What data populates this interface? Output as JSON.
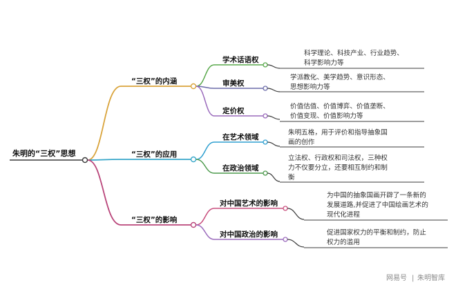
{
  "root": {
    "label": "朱明的“三权”思想"
  },
  "colors": {
    "root_line": "#3a3a3a",
    "branch_1": "#d9a33a",
    "branch_2": "#36a6c9",
    "branch_3": "#b9457a",
    "sub_a": "#58a84a",
    "sub_b": "#6a6aa8",
    "sub_c": "#9a6abc",
    "sub_d": "#2f9fd0",
    "sub_e": "#4c9a4c",
    "sub_f": "#c84c7c",
    "sub_g": "#9a6abc"
  },
  "branches": [
    {
      "label": "“三权”的内涵",
      "children": [
        {
          "label": "学术话语权",
          "leaf": [
            "科学理论、科技产业、行业趋势、",
            "科学影响力等"
          ]
        },
        {
          "label": "审美权",
          "leaf": [
            "学派教化、美学趋势、意识形态、",
            "思想影响力等"
          ]
        },
        {
          "label": "定价权",
          "leaf": [
            "价值估值、价值博弈、价值垄断、",
            "价值变现、价值影响力等"
          ]
        }
      ]
    },
    {
      "label": "“三权”的应用",
      "children": [
        {
          "label": "在艺术领域",
          "leaf": [
            "朱明五格，用于评价和指导抽象国",
            "画的创作"
          ]
        },
        {
          "label": "在政治领域",
          "leaf": [
            "立法权、行政权和司法权，三种权",
            "力不仅要分立，还要相互制约和制",
            "衡"
          ]
        }
      ]
    },
    {
      "label": "“三权”的影响",
      "children": [
        {
          "label": "对中国艺术的影响",
          "leaf": [
            "为中国的抽象国画开辟了一条新的",
            "发展道路,并促进了中国绘画艺术的",
            "现代化进程"
          ]
        },
        {
          "label": "对中国政治的影响",
          "leaf": [
            "促进国家权力的平衡和制约，防止",
            "权力的滥用"
          ]
        }
      ]
    }
  ],
  "watermark": {
    "logo": "网易号",
    "separator": "|",
    "account": "朱明智库"
  }
}
